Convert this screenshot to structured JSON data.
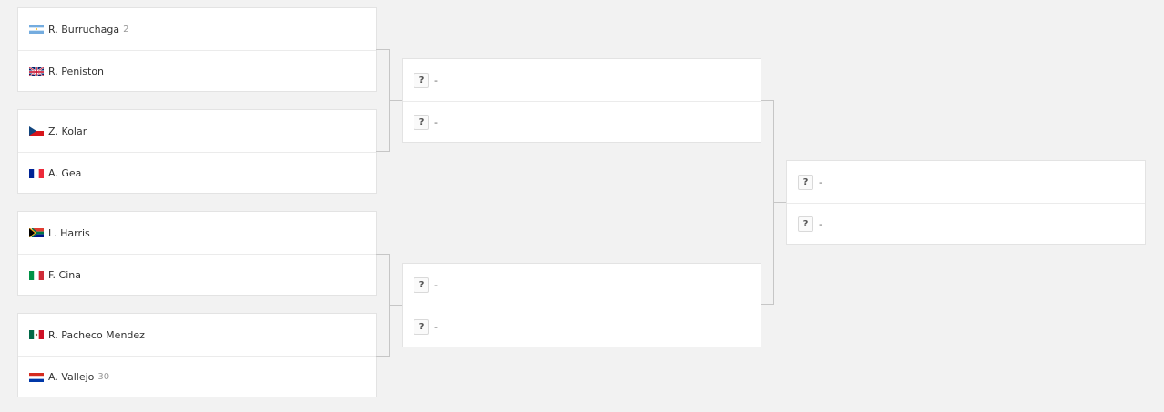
{
  "round1": [
    {
      "players": [
        {
          "name": "R. Burruchaga",
          "seed": "2",
          "flag": "argentina-flag"
        },
        {
          "name": "R. Peniston",
          "seed": "",
          "flag": "uk-flag"
        }
      ]
    },
    {
      "players": [
        {
          "name": "Z. Kolar",
          "seed": "",
          "flag": "czech-flag"
        },
        {
          "name": "A. Gea",
          "seed": "",
          "flag": "france-flag"
        }
      ]
    },
    {
      "players": [
        {
          "name": "L. Harris",
          "seed": "",
          "flag": "south-africa-flag"
        },
        {
          "name": "F. Cina",
          "seed": "",
          "flag": "italy-flag"
        }
      ]
    },
    {
      "players": [
        {
          "name": "R. Pacheco Mendez",
          "seed": "",
          "flag": "mexico-flag"
        },
        {
          "name": "A. Vallejo",
          "seed": "30",
          "flag": "paraguay-flag"
        }
      ]
    }
  ],
  "round2": [
    {
      "players": [
        {
          "badge": "?",
          "name": "-"
        },
        {
          "badge": "?",
          "name": "-"
        }
      ]
    },
    {
      "players": [
        {
          "badge": "?",
          "name": "-"
        },
        {
          "badge": "?",
          "name": "-"
        }
      ]
    }
  ],
  "round3": [
    {
      "players": [
        {
          "badge": "?",
          "name": "-"
        },
        {
          "badge": "?",
          "name": "-"
        }
      ]
    }
  ]
}
